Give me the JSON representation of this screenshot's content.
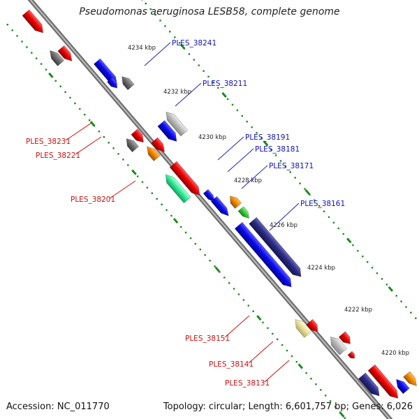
{
  "header": {
    "title": "Pseudomonas aeruginosa LESB58, complete genome"
  },
  "footer": {
    "accession": "Accession: NC_011770",
    "topology": "Topology: circular; Length: 6,601,757 bp; Genes: 6,026"
  },
  "ticks": [
    {
      "label": "4234 kbp"
    },
    {
      "label": "4232 kbp"
    },
    {
      "label": "4230 kbp"
    },
    {
      "label": "4228 kbp"
    },
    {
      "label": "4226 kbp"
    },
    {
      "label": "4224 kbp"
    },
    {
      "label": "4222 kbp"
    },
    {
      "label": "4220 kbp"
    }
  ],
  "gene_labels": [
    {
      "text": "PLES_38241",
      "color": "#1010c0"
    },
    {
      "text": "PLES_38211",
      "color": "#1010c0"
    },
    {
      "text": "PLES_38191",
      "color": "#1010c0"
    },
    {
      "text": "PLES_38181",
      "color": "#1010c0"
    },
    {
      "text": "PLES_38171",
      "color": "#1010c0"
    },
    {
      "text": "PLES_38161",
      "color": "#1010c0"
    },
    {
      "text": "PLES_38231",
      "color": "#d01010"
    },
    {
      "text": "PLES_38221",
      "color": "#d01010"
    },
    {
      "text": "PLES_38201",
      "color": "#d01010"
    },
    {
      "text": "PLES_38151",
      "color": "#d01010"
    },
    {
      "text": "PLES_38141",
      "color": "#d01010"
    },
    {
      "text": "PLES_38131",
      "color": "#d01010"
    }
  ],
  "colors": {
    "backbone": "#8c8c8c",
    "tick_dots": "#1f8a1f",
    "gene_blue": "#0a0af0",
    "gene_navy": "#2a2a88",
    "gene_red": "#ee0000",
    "gene_gray": "#707070",
    "gene_silver": "#bdbdbd",
    "gene_orange": "#f58a00",
    "gene_green": "#33cc33",
    "gene_aqua": "#33ee99",
    "gene_khaki": "#ece4a0"
  }
}
